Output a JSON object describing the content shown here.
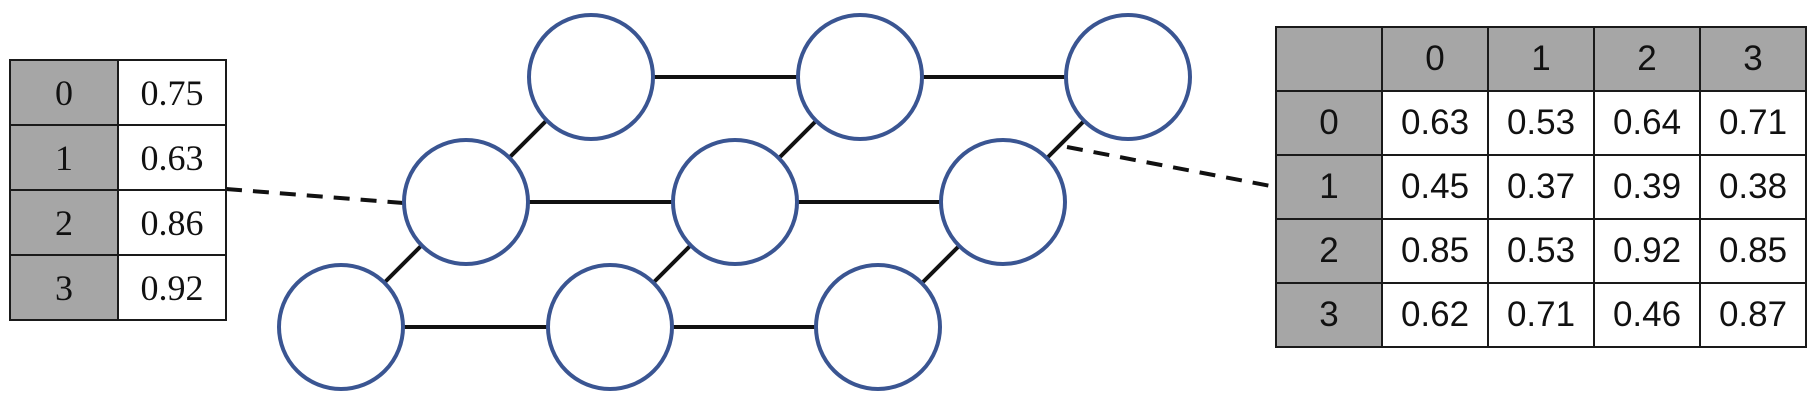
{
  "left_table": {
    "rows": [
      {
        "index": "0",
        "value": "0.75"
      },
      {
        "index": "1",
        "value": "0.63"
      },
      {
        "index": "2",
        "value": "0.86"
      },
      {
        "index": "3",
        "value": "0.92"
      }
    ]
  },
  "right_table": {
    "columns": [
      "0",
      "1",
      "2",
      "3"
    ],
    "rows": [
      {
        "index": "0",
        "values": [
          "0.63",
          "0.53",
          "0.64",
          "0.71"
        ]
      },
      {
        "index": "1",
        "values": [
          "0.45",
          "0.37",
          "0.39",
          "0.38"
        ]
      },
      {
        "index": "2",
        "values": [
          "0.85",
          "0.53",
          "0.92",
          "0.85"
        ]
      },
      {
        "index": "3",
        "values": [
          "0.62",
          "0.71",
          "0.46",
          "0.87"
        ]
      }
    ]
  },
  "colors": {
    "node_stroke": "#3a5592",
    "edge": "#111111",
    "header_fill": "#a6a6a6"
  },
  "graph": {
    "nodes": [
      "node-top-left",
      "node-top-middle",
      "node-top-right",
      "node-middle-left",
      "node-middle-middle",
      "node-middle-right",
      "node-bottom-left",
      "node-bottom-middle",
      "node-bottom-right"
    ]
  }
}
